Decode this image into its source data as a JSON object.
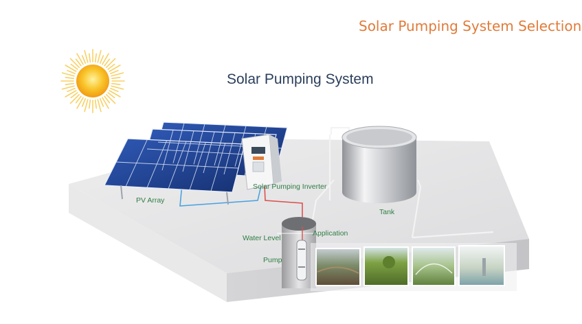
{
  "header": {
    "title": "Solar Pumping System Selection"
  },
  "diagram": {
    "title": "Solar Pumping System",
    "labels": {
      "pv_array": "PV Array",
      "inverter": "Solar Pumping Inverter",
      "tank": "Tank",
      "water_level": "Water Level",
      "pump": "Pump",
      "application": "Application"
    },
    "colors": {
      "header_accent": "#e07b39",
      "label_text": "#2e7d42",
      "pv_cable": "#4aa3df",
      "power_cable": "#d9534f",
      "solar_panel": "#1e3f8a",
      "sun": "#f6b51e"
    },
    "icons": [
      "sun-icon",
      "solar-panel-array",
      "inverter-box",
      "water-tank",
      "submersible-pump",
      "application-photo"
    ]
  }
}
